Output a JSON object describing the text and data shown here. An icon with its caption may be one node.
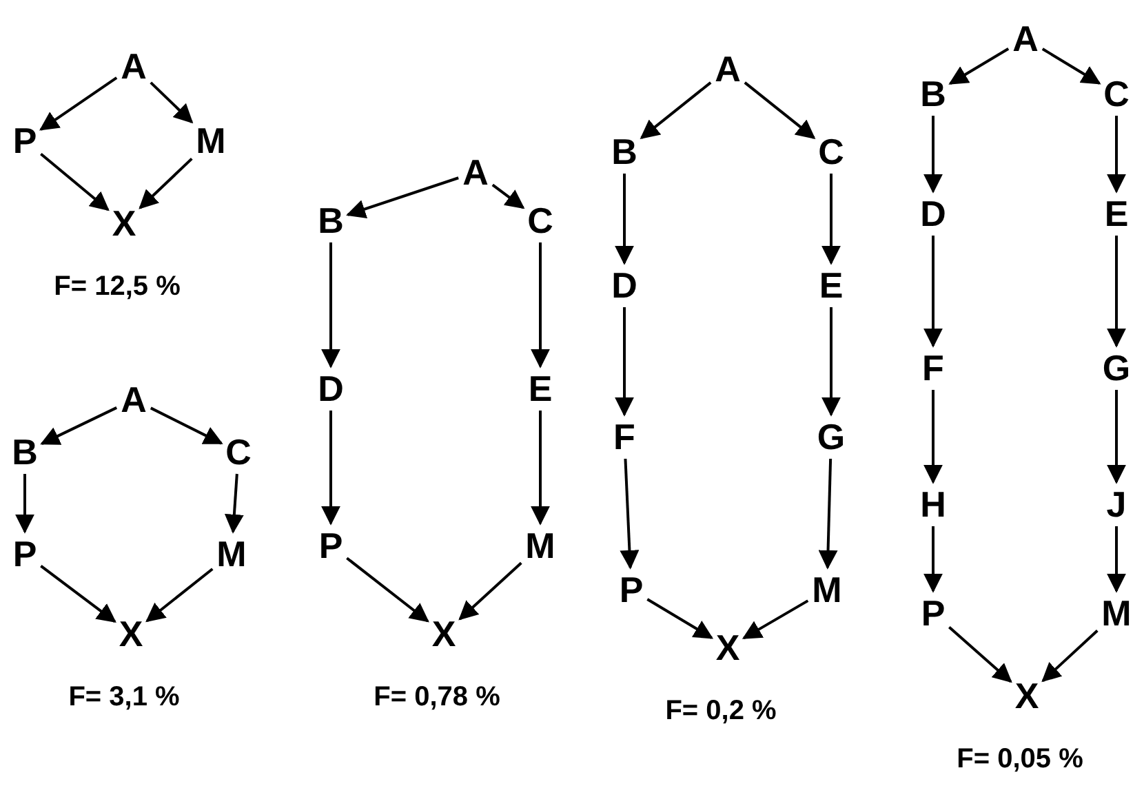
{
  "diagram": {
    "nodes": [
      {
        "text": [
          "A"
        ]
      },
      {
        "text": [
          "P"
        ]
      },
      {
        "text": [
          "M"
        ]
      },
      {
        "text": [
          "X"
        ],
        "beside": [
          "F= 12,5 %"
        ]
      },
      {
        "text": [
          "A"
        ]
      },
      {
        "text": [
          "B"
        ]
      },
      {
        "text": [
          "C"
        ]
      },
      {
        "text": [
          "P"
        ]
      },
      {
        "text": [
          "M"
        ]
      },
      {
        "text": [
          "X"
        ],
        "beside": [
          "F= 3,1 %"
        ]
      },
      {
        "text": [
          "A"
        ]
      },
      {
        "text": [
          "B"
        ]
      },
      {
        "text": [
          "C"
        ]
      },
      {
        "text": [
          "D"
        ]
      },
      {
        "text": [
          "E"
        ]
      },
      {
        "text": [
          "P"
        ]
      },
      {
        "text": [
          "M"
        ]
      },
      {
        "text": [
          "X"
        ],
        "beside": [
          "F= 0,78 %"
        ]
      },
      {
        "text": [
          "A"
        ]
      },
      {
        "text": [
          "B"
        ]
      },
      {
        "text": [
          "C"
        ]
      },
      {
        "text": [
          "D"
        ]
      },
      {
        "text": [
          "E"
        ]
      },
      {
        "text": [
          "F"
        ]
      },
      {
        "text": [
          "G"
        ]
      },
      {
        "text": [
          "P"
        ]
      },
      {
        "text": [
          "M"
        ]
      },
      {
        "text": [
          "X"
        ],
        "beside": [
          "F= 0,2 %"
        ]
      },
      {
        "text": [
          "A"
        ]
      },
      {
        "text": [
          "B"
        ]
      },
      {
        "text": [
          "C"
        ]
      },
      {
        "text": [
          "D"
        ]
      },
      {
        "text": [
          "E"
        ]
      },
      {
        "text": [
          "F"
        ]
      },
      {
        "text": [
          "G"
        ]
      },
      {
        "text": [
          "H"
        ]
      },
      {
        "text": [
          "J"
        ]
      },
      {
        "text": [
          "P"
        ]
      },
      {
        "text": [
          "M"
        ]
      },
      {
        "text": [
          "X"
        ],
        "beside": [
          "F= 0,05 %"
        ]
      }
    ],
    "edges": [
      {
        "from": 0,
        "to": 1,
        "arrow": "to"
      },
      {
        "from": 0,
        "to": 2,
        "arrow": "to"
      },
      {
        "from": 1,
        "to": 3,
        "arrow": "to"
      },
      {
        "from": 2,
        "to": 3,
        "arrow": "to"
      },
      {
        "from": 4,
        "to": 5,
        "arrow": "to"
      },
      {
        "from": 4,
        "to": 6,
        "arrow": "to"
      },
      {
        "from": 5,
        "to": 7,
        "arrow": "to"
      },
      {
        "from": 6,
        "to": 8,
        "arrow": "to"
      },
      {
        "from": 7,
        "to": 9,
        "arrow": "to"
      },
      {
        "from": 8,
        "to": 9,
        "arrow": "to"
      },
      {
        "from": 10,
        "to": 11,
        "arrow": "to"
      },
      {
        "from": 10,
        "to": 12,
        "arrow": "to"
      },
      {
        "from": 11,
        "to": 13,
        "arrow": "to"
      },
      {
        "from": 12,
        "to": 14,
        "arrow": "to"
      },
      {
        "from": 13,
        "to": 15,
        "arrow": "to"
      },
      {
        "from": 14,
        "to": 16,
        "arrow": "to"
      },
      {
        "from": 15,
        "to": 17,
        "arrow": "to"
      },
      {
        "from": 16,
        "to": 17,
        "arrow": "to"
      },
      {
        "from": 18,
        "to": 19,
        "arrow": "to"
      },
      {
        "from": 18,
        "to": 20,
        "arrow": "to"
      },
      {
        "from": 19,
        "to": 21,
        "arrow": "to"
      },
      {
        "from": 20,
        "to": 22,
        "arrow": "to"
      },
      {
        "from": 21,
        "to": 23,
        "arrow": "to"
      },
      {
        "from": 22,
        "to": 24,
        "arrow": "to"
      },
      {
        "from": 23,
        "to": 25,
        "arrow": "to"
      },
      {
        "from": 24,
        "to": 26,
        "arrow": "to"
      },
      {
        "from": 25,
        "to": 27,
        "arrow": "to"
      },
      {
        "from": 26,
        "to": 27,
        "arrow": "to"
      },
      {
        "from": 28,
        "to": 29,
        "arrow": "to"
      },
      {
        "from": 28,
        "to": 30,
        "arrow": "to"
      },
      {
        "from": 29,
        "to": 31,
        "arrow": "to"
      },
      {
        "from": 30,
        "to": 32,
        "arrow": "to"
      },
      {
        "from": 31,
        "to": 33,
        "arrow": "to"
      },
      {
        "from": 32,
        "to": 34,
        "arrow": "to"
      },
      {
        "from": 33,
        "to": 35,
        "arrow": "to"
      },
      {
        "from": 34,
        "to": 36,
        "arrow": "to"
      },
      {
        "from": 35,
        "to": 37,
        "arrow": "to"
      },
      {
        "from": 36,
        "to": 38,
        "arrow": "to"
      },
      {
        "from": 37,
        "to": 39,
        "arrow": "to"
      },
      {
        "from": 38,
        "to": 39,
        "arrow": "to"
      }
    ]
  }
}
